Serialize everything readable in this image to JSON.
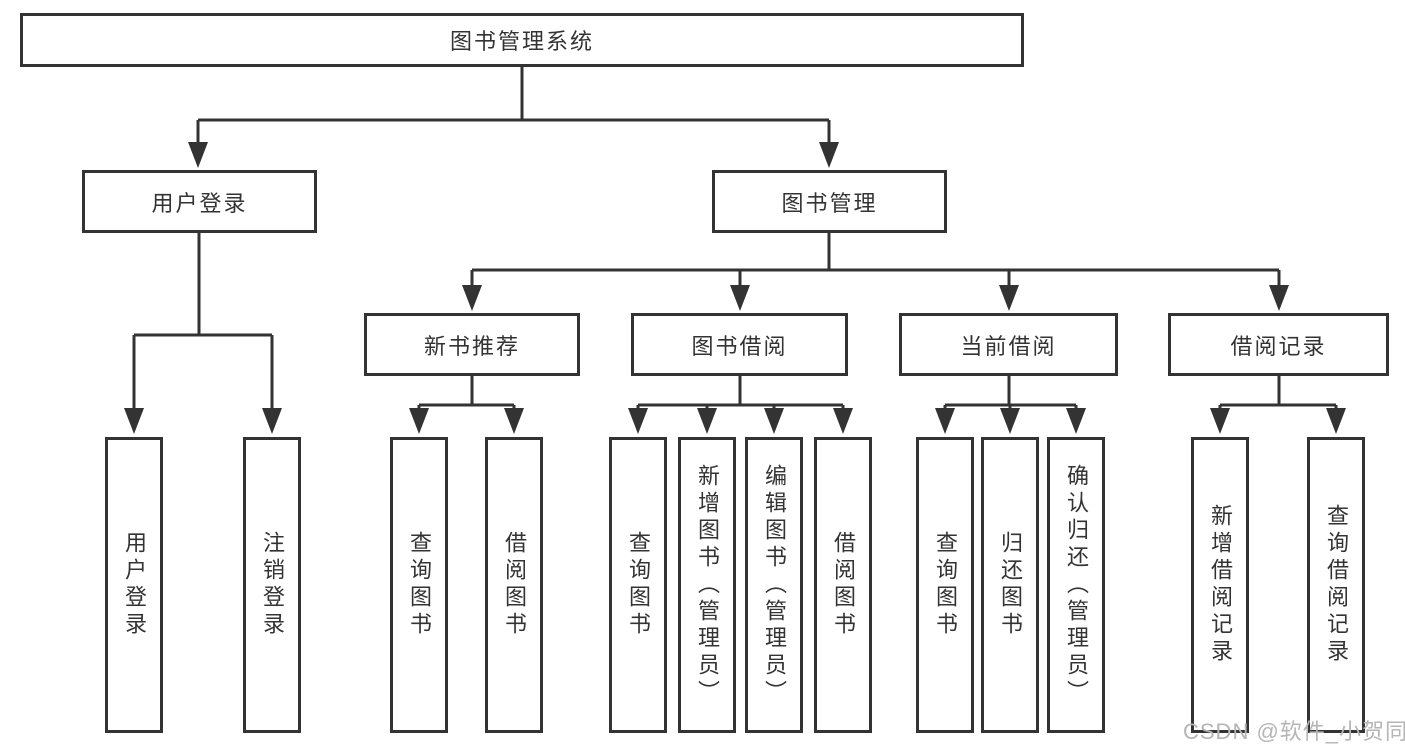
{
  "tree": {
    "label": "图书管理系统",
    "children": [
      {
        "label": "用户登录",
        "children": [
          {
            "label": "用户登录"
          },
          {
            "label": "注销登录"
          }
        ]
      },
      {
        "label": "图书管理",
        "children": [
          {
            "label": "新书推荐",
            "children": [
              {
                "label": "查询图书"
              },
              {
                "label": "借阅图书"
              }
            ]
          },
          {
            "label": "图书借阅",
            "children": [
              {
                "label": "查询图书"
              },
              {
                "label": "新增图书（管理员）"
              },
              {
                "label": "编辑图书（管理员）"
              },
              {
                "label": "借阅图书"
              }
            ]
          },
          {
            "label": "当前借阅",
            "children": [
              {
                "label": "查询图书"
              },
              {
                "label": "归还图书"
              },
              {
                "label": "确认归还（管理员）"
              }
            ]
          },
          {
            "label": "借阅记录",
            "children": [
              {
                "label": "新增借阅记录"
              },
              {
                "label": "查询借阅记录"
              }
            ]
          }
        ]
      }
    ]
  },
  "watermark": {
    "text": "CSDN @软件_小贺同学"
  },
  "colors": {
    "line": "#333333",
    "box_border": "#333333",
    "box_background": "#ffffff",
    "text": "#333333",
    "watermark_text": "#b5b5b5",
    "page_background": "#ffffff"
  }
}
